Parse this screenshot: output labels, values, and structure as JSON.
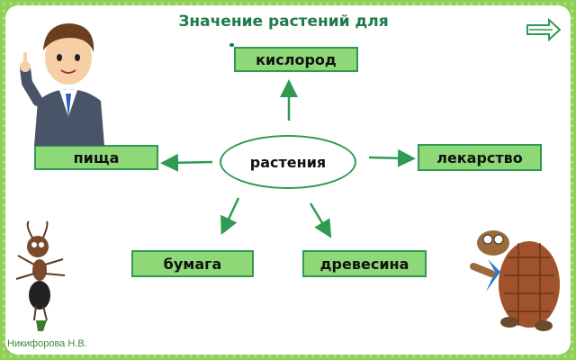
{
  "title": "Значение растений для",
  "center": "растения",
  "nodes": {
    "oxygen": "кислород",
    "food": "пища",
    "medicine": "лекарство",
    "paper": "бумага",
    "wood": "древесина"
  },
  "credit": "Никифорова Н.В.",
  "colors": {
    "border": "#2e9a52",
    "box_fill": "#8fd877",
    "title": "#1e7a4a",
    "frame": "#8fcf55"
  },
  "icons": {
    "next": "double-arrow-right-icon"
  }
}
